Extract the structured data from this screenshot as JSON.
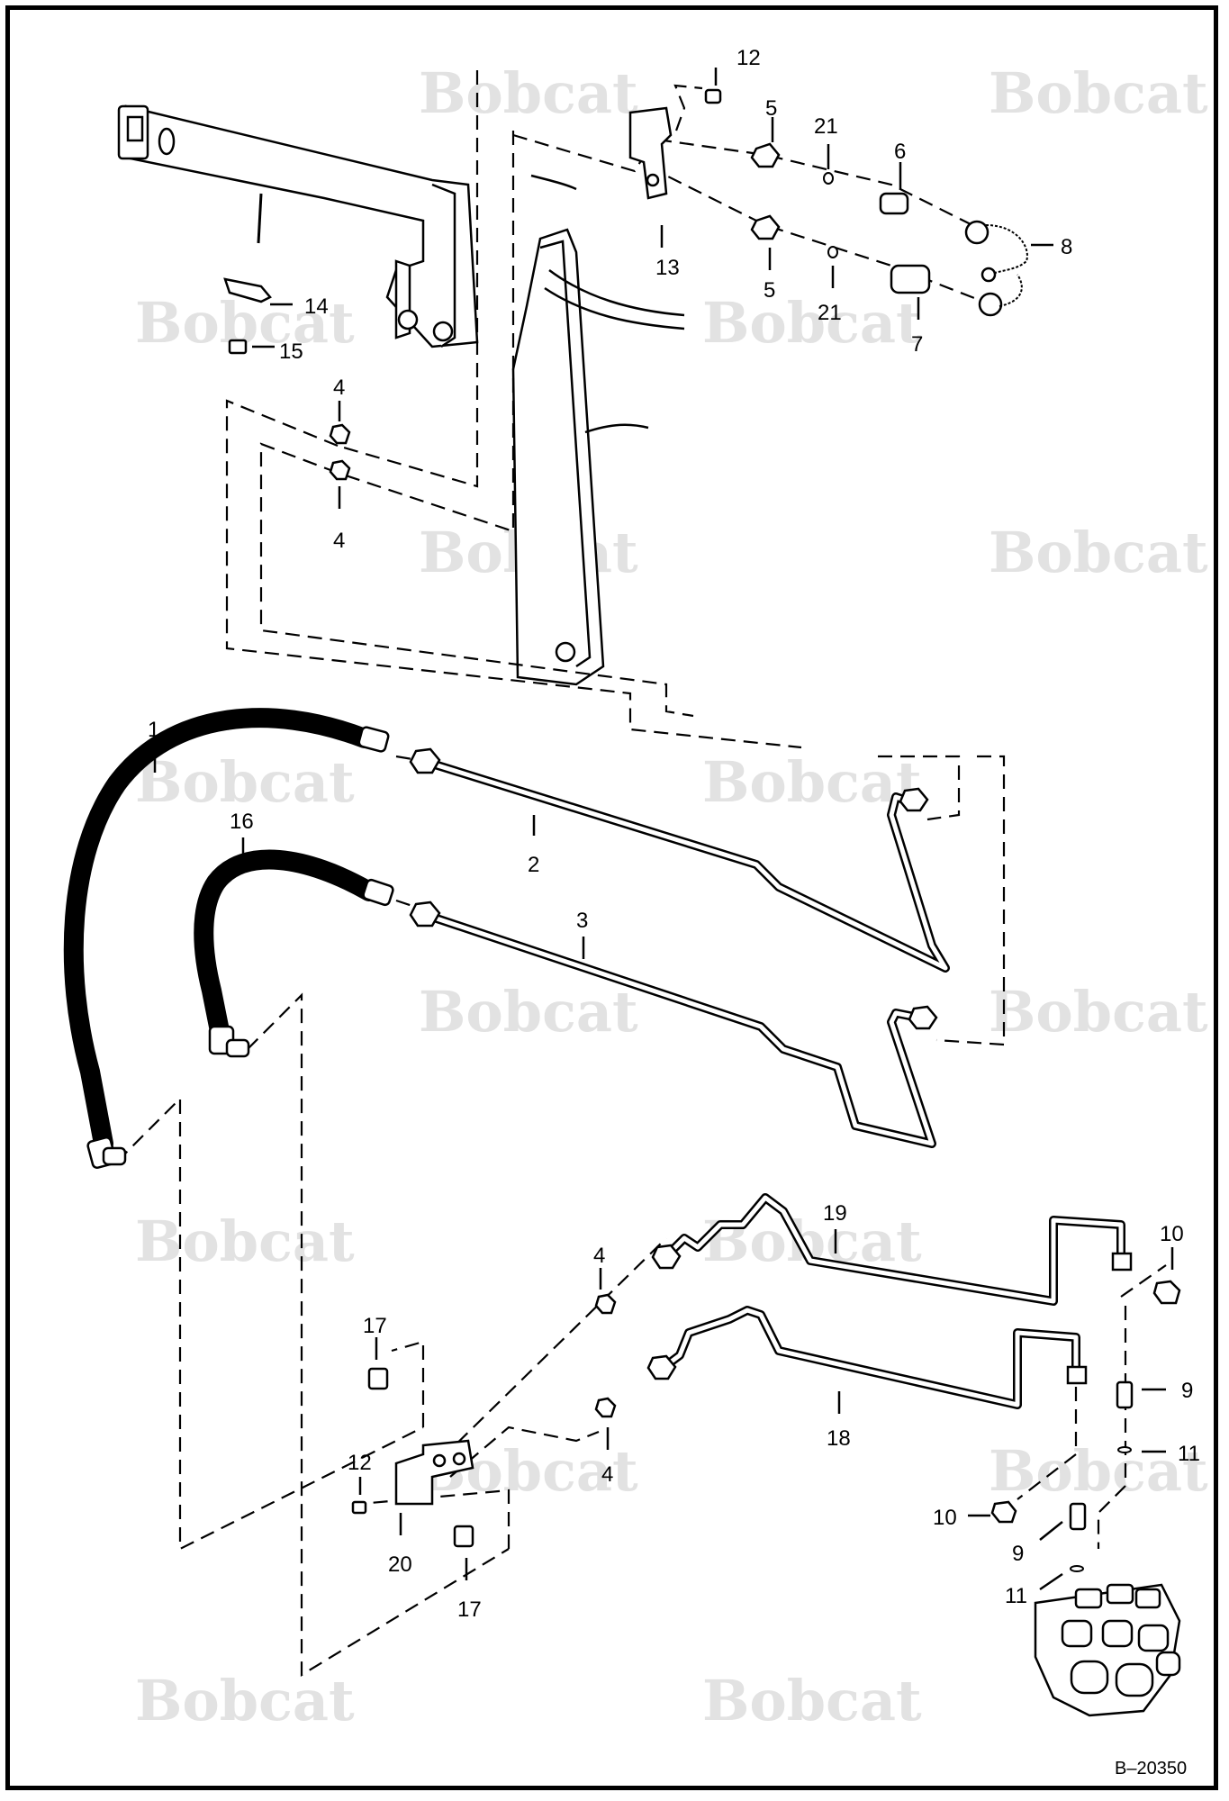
{
  "watermark": {
    "brand": "Bobcat"
  },
  "reference": "B–20350",
  "callouts": {
    "c1": "1",
    "c2": "2",
    "c3": "3",
    "c4a": "4",
    "c4b": "4",
    "c4c": "4",
    "c4d": "4",
    "c5a": "5",
    "c5b": "5",
    "c6": "6",
    "c7": "7",
    "c8": "8",
    "c9a": "9",
    "c9b": "9",
    "c10a": "10",
    "c10b": "10",
    "c11a": "11",
    "c11b": "11",
    "c12a": "12",
    "c12b": "12",
    "c13": "13",
    "c14": "14",
    "c15": "15",
    "c16": "16",
    "c17a": "17",
    "c17b": "17",
    "c18": "18",
    "c19": "19",
    "c20": "20",
    "c21a": "21",
    "c21b": "21"
  }
}
